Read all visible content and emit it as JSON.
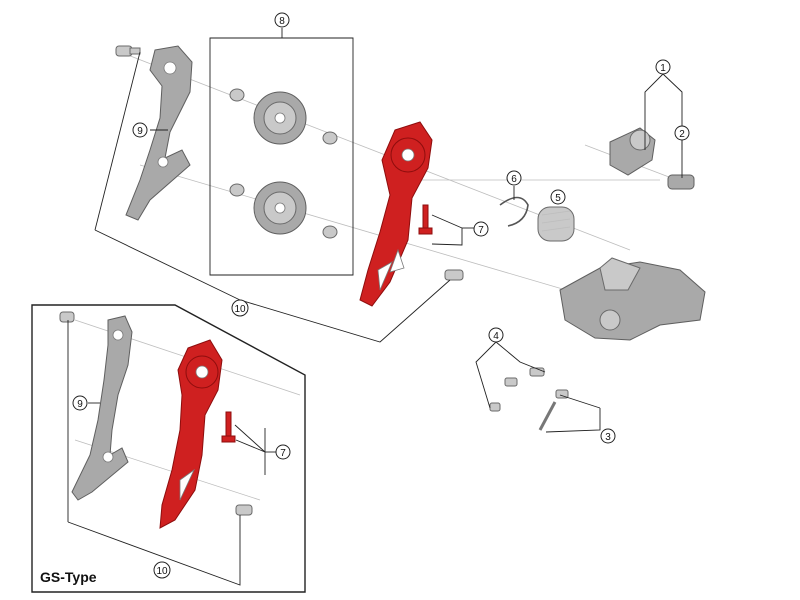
{
  "colors": {
    "accent_red": "#cf2020",
    "part_grey": "#a9a9a9",
    "line": "#222222"
  },
  "callouts": {
    "c1": "1",
    "c2": "2",
    "c3": "3",
    "c4": "4",
    "c5": "5",
    "c6": "6",
    "c7": "7",
    "c7b": "7",
    "c8": "8",
    "c9": "9",
    "c9b": "9",
    "c10": "10",
    "c10b": "10"
  },
  "inset": {
    "title": "GS-Type"
  }
}
